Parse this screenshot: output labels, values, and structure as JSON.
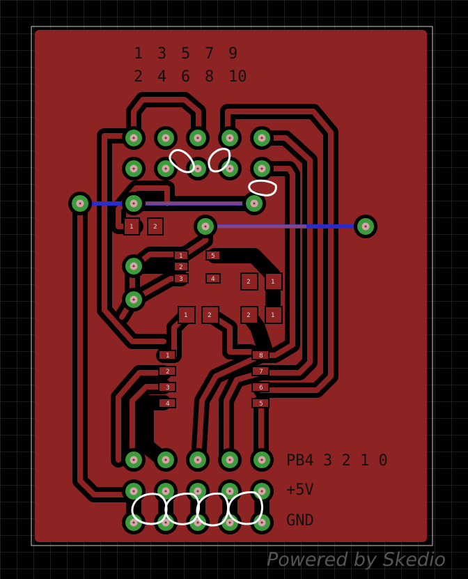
{
  "header_labels": {
    "odd_row": [
      "1",
      "3",
      "5",
      "7",
      "9"
    ],
    "even_row": [
      "2",
      "4",
      "6",
      "8",
      "10"
    ]
  },
  "right_labels": {
    "row1": "PB4 3 2 1 0",
    "row2": "+5V",
    "row3": "GND"
  },
  "chip_pins": [
    "1",
    "2",
    "3",
    "4",
    "5",
    "6",
    "7",
    "8"
  ],
  "small_pads": {
    "left_comp": [
      "1",
      "2"
    ],
    "mid_block": [
      "1",
      "2",
      "3",
      "4",
      "5"
    ],
    "right_caps": [
      "2",
      "1",
      "2",
      "1"
    ],
    "center_caps": [
      "1",
      "2"
    ]
  },
  "watermark": "Powered by Skedio",
  "colors": {
    "background": "#000000",
    "copper": "#8d2323",
    "trace_edge": "#000000",
    "pad_ring": "#3c9b3c",
    "pad_hole": "#d6a3a6",
    "bottom_trace": "#2b2bc8",
    "bottom_highlight": "#a0506e",
    "grid": "#3a3a3a",
    "outline": "#cccccc",
    "markup": "#ffffff"
  }
}
